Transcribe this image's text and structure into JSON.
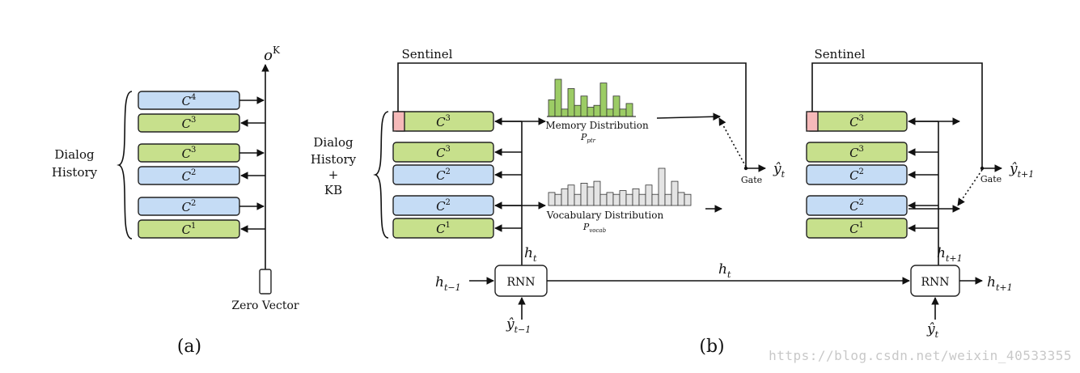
{
  "panel_a": {
    "caption": "(a)",
    "group_label": [
      "Dialog",
      "History"
    ],
    "output_label": "o",
    "output_sup": "K",
    "zero_vector_label": "Zero Vector",
    "cells": [
      {
        "base": "C",
        "sup": "4",
        "color": "blue",
        "dir": "out"
      },
      {
        "base": "C",
        "sup": "3",
        "color": "green",
        "dir": "in"
      },
      {
        "base": "C",
        "sup": "3",
        "color": "green",
        "dir": "out"
      },
      {
        "base": "C",
        "sup": "2",
        "color": "blue",
        "dir": "in"
      },
      {
        "base": "C",
        "sup": "2",
        "color": "blue",
        "dir": "out"
      },
      {
        "base": "C",
        "sup": "1",
        "color": "green",
        "dir": "in"
      }
    ]
  },
  "panel_b": {
    "caption": "(b)",
    "group_label": [
      "Dialog",
      "History",
      "+",
      "KB"
    ],
    "sentinel_label": "Sentinel",
    "memory_dist_label": "Memory Distribution",
    "memory_dist_sym": "P",
    "memory_dist_sub": "ptr",
    "vocab_dist_label": "Vocabulary Distribution",
    "vocab_dist_sym": "P",
    "vocab_dist_sub": "vocab",
    "gate_label": "Gate",
    "rnn_label": "RNN",
    "y_hat_t": {
      "base": "ŷ",
      "sub": "t"
    },
    "y_hat_t1": {
      "base": "ŷ",
      "sub": "t+1"
    },
    "y_hat_tm1": {
      "base": "ŷ",
      "sub": "t−1"
    },
    "h_t": {
      "base": "h",
      "sub": "t"
    },
    "h_tm1": {
      "base": "h",
      "sub": "t−1"
    },
    "h_t1": {
      "base": "h",
      "sub": "t+1"
    },
    "cells": [
      {
        "base": "C",
        "sup": "3",
        "color": "green",
        "sentinel": true
      },
      {
        "base": "C",
        "sup": "3",
        "color": "green"
      },
      {
        "base": "C",
        "sup": "2",
        "color": "blue"
      },
      {
        "base": "C",
        "sup": "2",
        "color": "blue"
      },
      {
        "base": "C",
        "sup": "1",
        "color": "green"
      }
    ],
    "memory_bars": [
      0.45,
      1.0,
      0.2,
      0.75,
      0.3,
      0.55,
      0.25,
      0.3,
      0.9,
      0.2,
      0.55,
      0.2,
      0.35
    ],
    "vocab_bars": [
      0.35,
      0.3,
      0.45,
      0.55,
      0.3,
      0.6,
      0.5,
      0.65,
      0.3,
      0.35,
      0.3,
      0.4,
      0.3,
      0.45,
      0.3,
      0.55,
      0.3,
      1.0,
      0.3,
      0.65,
      0.35,
      0.3
    ]
  },
  "colors": {
    "green": "#c7e08c",
    "blue": "#c5dcf5",
    "sentinel": "#f6b9b9",
    "memory_bar": "#9ccc65",
    "vocab_bar": "#e4e4e4",
    "stroke": "#111111"
  },
  "watermark": "https://blog.csdn.net/weixin_40533355"
}
